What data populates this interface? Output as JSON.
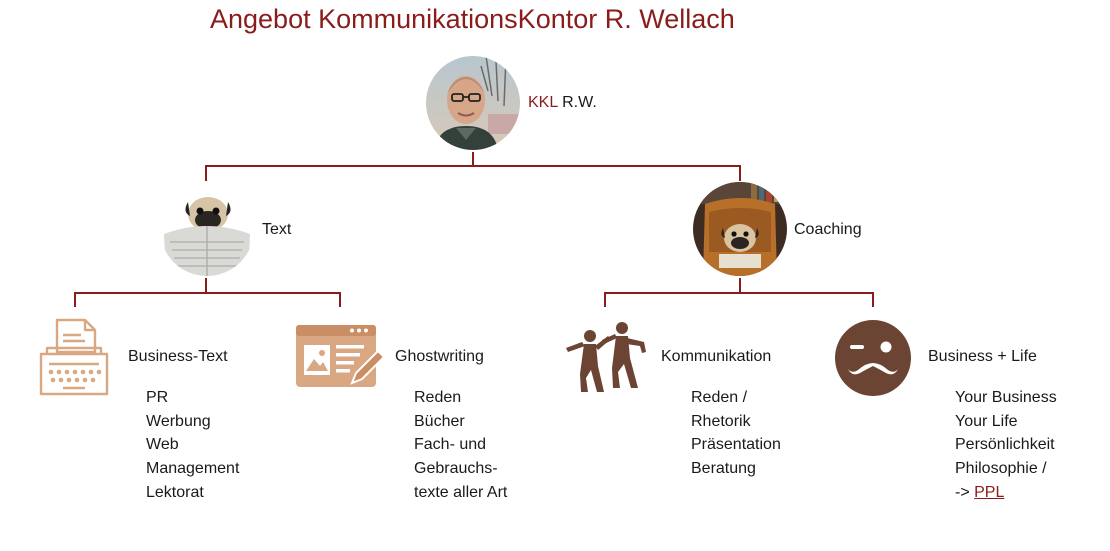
{
  "title": "Angebot KommunikationsKontor R. Wellach",
  "colors": {
    "accent": "#8a1c1c",
    "tan": "#d9a883",
    "brown": "#6b4434"
  },
  "root": {
    "label_prefix": "KKL",
    "label_suffix": "R.W.",
    "photo": "portrait-photo"
  },
  "branches": [
    {
      "label": "Text",
      "photo": "pug-newspaper-photo"
    },
    {
      "label": "Coaching",
      "photo": "pug-armchair-photo"
    }
  ],
  "leaves": [
    {
      "title": "Business-Text",
      "icon": "typewriter-icon",
      "items": [
        "PR",
        "Werbung",
        "Web",
        "Management",
        "Lektorat"
      ]
    },
    {
      "title": "Ghostwriting",
      "icon": "browser-pen-icon",
      "items": [
        "Reden",
        "Bücher",
        "Fach- und",
        "Gebrauchs-",
        "texte aller Art"
      ]
    },
    {
      "title": "Kommunikation",
      "icon": "dancing-people-icon",
      "items": [
        "Reden /",
        "Rhetorik",
        "Präsentation",
        "Beratung"
      ]
    },
    {
      "title": "Business + Life",
      "icon": "wink-mustache-icon",
      "items": [
        "Your Business",
        "Your Life",
        "Persönlichkeit",
        "Philosophie /"
      ],
      "link_prefix": "->",
      "link_text": "PPL"
    }
  ]
}
